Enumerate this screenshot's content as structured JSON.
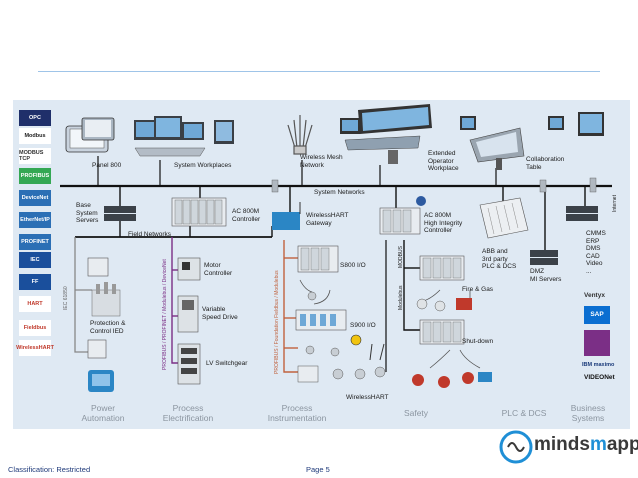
{
  "diagram": {
    "devices": {
      "panel": "Panel 800",
      "workplaces": "System Workplaces",
      "wireless_mesh": "Wireless Mesh\nNetwork",
      "extended_workplace": "Extended\nOperator\nWorkplace",
      "collab_table": "Collaboration\nTable",
      "system_networks": "System Networks",
      "base_servers": "Base\nSystem\nServers",
      "ac800m": "AC 800M\nController",
      "wirelesshart_gw": "WirelessHART\nGateway",
      "ac800m_hi": "AC 800M\nHigh Integrity\nController",
      "abb_plc": "ABB and\n3rd party\nPLC & DCS",
      "dmz": "DMZ\nMI Servers",
      "business_list": "CMMS\nERP\nDMS\nCAD\nVideo\n...",
      "field_networks": "Field Networks",
      "internet": "Internet",
      "modbus": "MODBUS",
      "modulebus": "Modulebus",
      "s800": "S800 I/O",
      "s900": "S900 I/O",
      "wirelesshart": "WirelessHART",
      "motor_controller": "Motor\nController",
      "vsd": "Variable\nSpeed Drive",
      "lv_switchgear": "LV Switchgear",
      "protection": "Protection &\nControl IED",
      "iec_61850": "IEC 61850",
      "profibus_elec": "PROFIBUS / PROFINET / Modulebus / DeviceNet",
      "profibus_inst": "PROFIBUS / Foundation Fieldbus / Modulebus",
      "fire_gas": "Fire & Gas",
      "shutdown": "Shut-down"
    },
    "categories": [
      {
        "label": "Power\nAutomation"
      },
      {
        "label": "Process\nElectrification"
      },
      {
        "label": "Process\nInstrumentation"
      },
      {
        "label": "Safety"
      },
      {
        "label": "PLC & DCS"
      },
      {
        "label": "Business\nSystems"
      }
    ],
    "left_logos": [
      {
        "text": "OPC",
        "bg": "#1f2f6a",
        "fg": "#ffffff"
      },
      {
        "text": "Modbus",
        "bg": "#ffffff",
        "fg": "#222222"
      },
      {
        "text": "MODBUS TCP",
        "bg": "#ffffff",
        "fg": "#333333"
      },
      {
        "text": "PROFIBUS",
        "bg": "#34a853",
        "fg": "#ffffff"
      },
      {
        "text": "DeviceNet",
        "bg": "#2b6fb5",
        "fg": "#ffffff"
      },
      {
        "text": "EtherNet/IP",
        "bg": "#2b6fb5",
        "fg": "#ffffff"
      },
      {
        "text": "PROFINET",
        "bg": "#2b6fb5",
        "fg": "#ffffff"
      },
      {
        "text": "IEC",
        "bg": "#1a4f9c",
        "fg": "#ffffff"
      },
      {
        "text": "FF",
        "bg": "#1a4f9c",
        "fg": "#ffffff"
      },
      {
        "text": "HART",
        "bg": "#ffffff",
        "fg": "#c0392b"
      },
      {
        "text": "Fieldbus",
        "bg": "#ffffff",
        "fg": "#c0392b"
      },
      {
        "text": "WirelessHART",
        "bg": "#ffffff",
        "fg": "#c0392b"
      }
    ],
    "brand_logos": {
      "ventyx": "Ventyx",
      "sap": "SAP",
      "ibm": "IBM maximo",
      "videonet": "VIDEONet"
    }
  },
  "brand": {
    "name_left": "minds",
    "name_mid": "m",
    "name_right": "apped",
    "accent": "#1f8fd6",
    "dark": "#3a3a3a"
  },
  "footer": {
    "classification": "Classification: Restricted",
    "page": "Page 5"
  }
}
